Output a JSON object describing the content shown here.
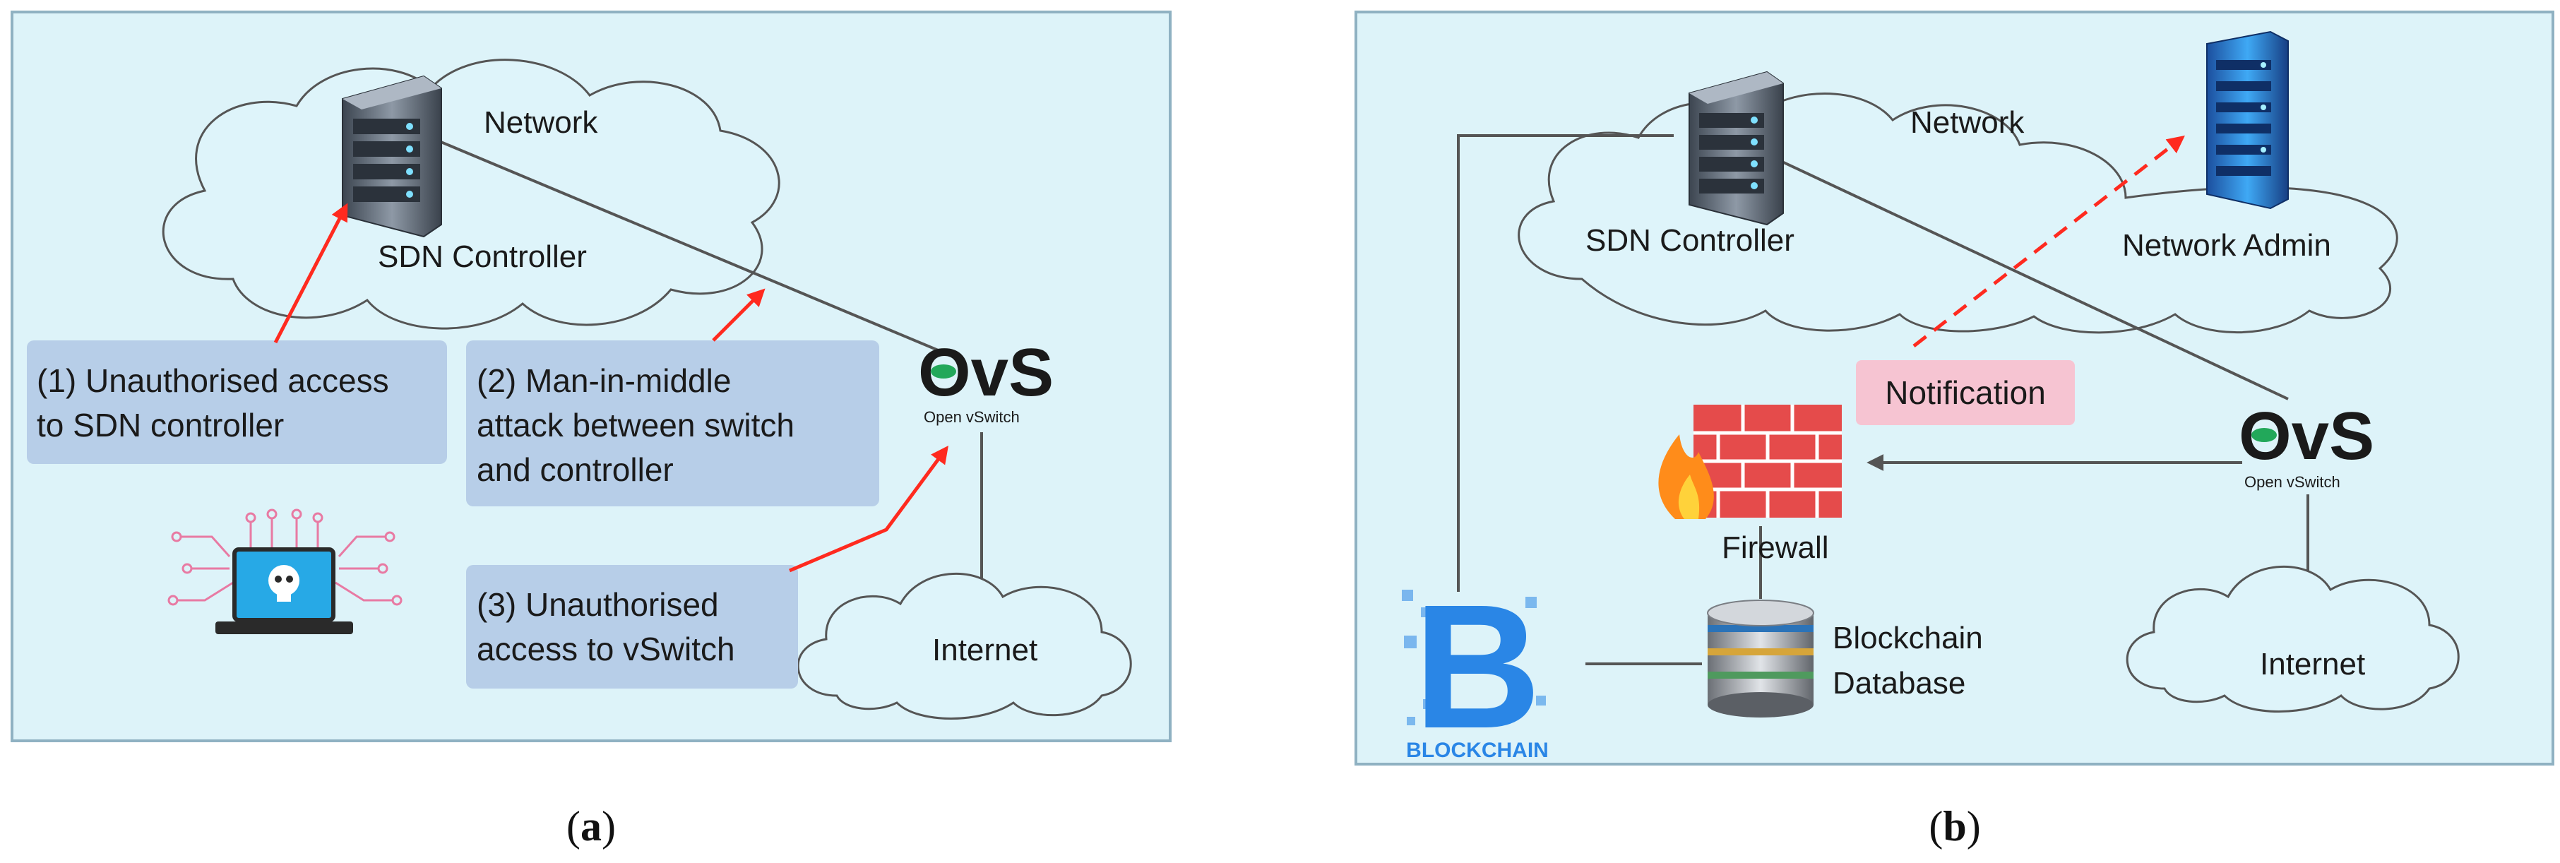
{
  "panel_a": {
    "caption_open": "(",
    "caption_letter": "a",
    "caption_close": ")",
    "network_label": "Network",
    "sdn_label": "SDN Controller",
    "internet_label": "Internet",
    "ovs_logo": "OvS",
    "ovs_sub": "Open vSwitch",
    "attack1": [
      "(1) Unauthorised access",
      "to SDN controller"
    ],
    "attack2": [
      "(2) Man-in-middle",
      "attack between switch",
      "and controller"
    ],
    "attack3": [
      "(3) Unauthorised",
      "access to vSwitch"
    ]
  },
  "panel_b": {
    "caption_open": "(",
    "caption_letter": "b",
    "caption_close": ")",
    "network_label": "Network",
    "sdn_label": "SDN Controller",
    "admin_label": "Network Admin",
    "notification_label": "Notification",
    "firewall_label": "Firewall",
    "db_label": [
      "Blockchain",
      "Database"
    ],
    "internet_label": "Internet",
    "ovs_logo": "OvS",
    "ovs_sub": "Open vSwitch",
    "blockchain_logo_letter": "B",
    "blockchain_logo_text": "BLOCKCHAIN"
  },
  "colors": {
    "panel_bg": "#ddf3f9",
    "panel_border": "#8fb1c2",
    "cloud_fill": "#def4fa",
    "attack_box": "#b7cee8",
    "notification_box": "#f6c4d2",
    "attack_arrow": "#ff2a1f",
    "link_line": "#555555",
    "hacker_accent": "#e87aa3",
    "blockchain_blue": "#2a86e6"
  }
}
